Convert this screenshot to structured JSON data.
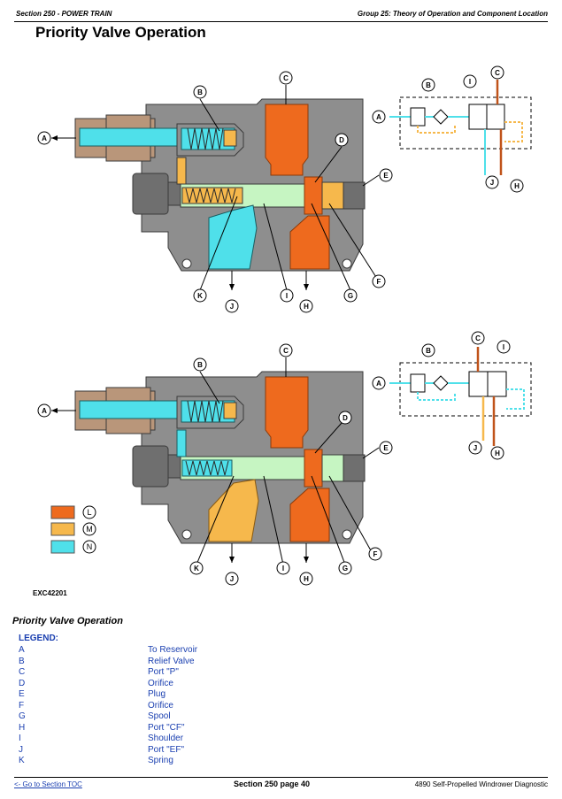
{
  "header": {
    "section": "Section 250 - POWER TRAIN",
    "group": "Group 25: Theory of Operation and Component Location"
  },
  "page_title": "Priority Valve Operation",
  "figure_id": "EXC42201",
  "caption": "Priority Valve Operation",
  "callout_letters": [
    "A",
    "B",
    "C",
    "D",
    "E",
    "F",
    "G",
    "H",
    "I",
    "J",
    "K"
  ],
  "color_key": [
    {
      "letter": "L",
      "color": "#ee6a1e"
    },
    {
      "letter": "M",
      "color": "#f6b84c"
    },
    {
      "letter": "N",
      "color": "#4fe0ea"
    }
  ],
  "colors": {
    "pressure": "#ee6a1e",
    "regulated": "#f6b84c",
    "return": "#4fe0ea",
    "pilot": "#c6f5c2",
    "body": "#8e8e8e",
    "relief": "#b9967a",
    "link": "#1a3fb0"
  },
  "legend": {
    "title": "LEGEND:",
    "items": [
      {
        "key": "A",
        "value": "To Reservoir"
      },
      {
        "key": "B",
        "value": "Relief Valve"
      },
      {
        "key": "C",
        "value": "Port \"P\""
      },
      {
        "key": "D",
        "value": "Orifice"
      },
      {
        "key": "E",
        "value": "Plug"
      },
      {
        "key": "F",
        "value": "Orifice"
      },
      {
        "key": "G",
        "value": "Spool"
      },
      {
        "key": "H",
        "value": "Port \"CF\""
      },
      {
        "key": "I",
        "value": "Shoulder"
      },
      {
        "key": "J",
        "value": "Port \"EF\""
      },
      {
        "key": "K",
        "value": "Spring"
      }
    ]
  },
  "footer": {
    "toc_link": "<- Go to Section TOC",
    "page": "Section 250 page 40",
    "document": "4890 Self-Propelled Windrower Diagnostic"
  }
}
